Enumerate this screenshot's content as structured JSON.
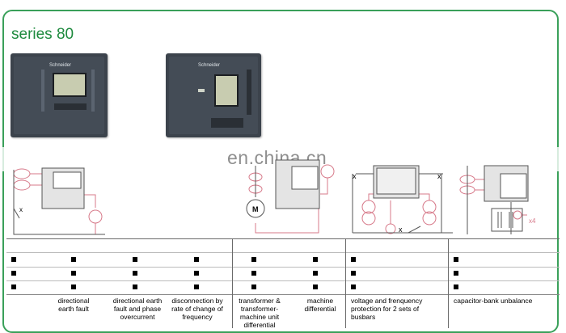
{
  "title": "series 80",
  "watermark": "en.china.cn",
  "columns": [
    {
      "label": "directional earth fault"
    },
    {
      "label": "directional earth fault and phase overcurrent"
    },
    {
      "label": "disconnection by rate of change of frequency"
    },
    {
      "label": "transformer & transformer-machine unit differential"
    },
    {
      "label": "machine differential"
    },
    {
      "label": "voltage and frenquency protection for 2 sets of busbars"
    },
    {
      "label": "capacitor-bank unbalance"
    }
  ],
  "devices": [
    {
      "logo": "Schneider"
    },
    {
      "logo": "Schneider"
    }
  ],
  "diagram_labels": {
    "motor": "M",
    "capacitor_multiplier": "x4"
  },
  "colors": {
    "frame": "#3aa05a",
    "title": "#1e8a3e",
    "diagram_pink": "#d77a8a",
    "diagram_gray": "#9a9a9a",
    "device_body": "#3c434c"
  }
}
